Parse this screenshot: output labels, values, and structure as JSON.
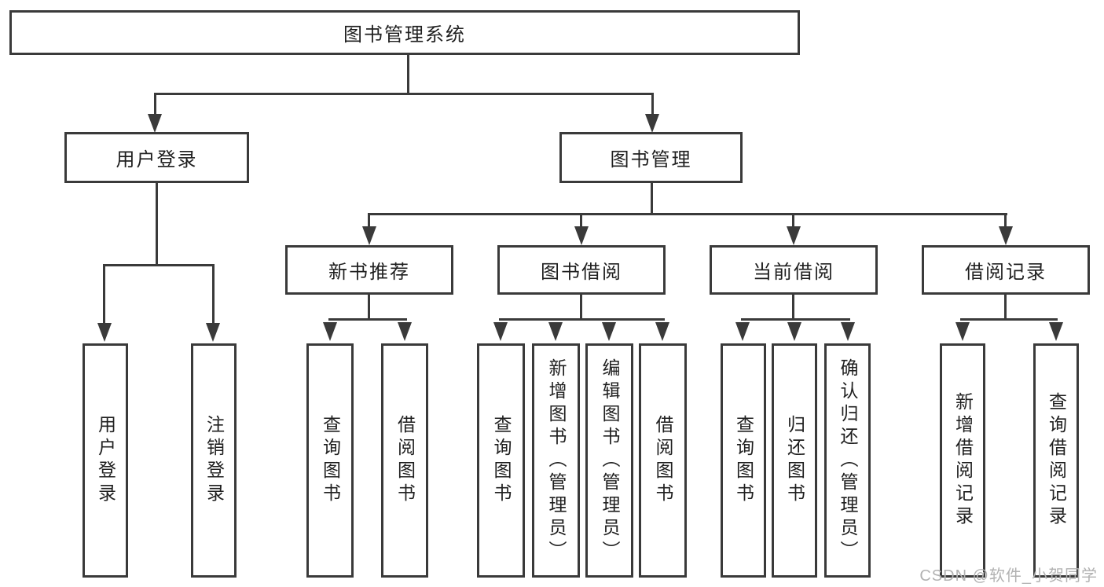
{
  "diagram_title": "图书管理系统",
  "nodes": {
    "root": "图书管理系统",
    "level2": [
      "用户登录",
      "图书管理"
    ],
    "level3": [
      "新书推荐",
      "图书借阅",
      "当前借阅",
      "借阅记录"
    ]
  },
  "leaves": {
    "login": [
      "用户登录",
      "注销登录"
    ],
    "recommend": [
      "查询图书",
      "借阅图书"
    ],
    "borrow": [
      "查询图书",
      "新增图书（管理员）",
      "编辑图书（管理员）",
      "借阅图书"
    ],
    "current": [
      "查询图书",
      "归还图书",
      "确认归还（管理员）"
    ],
    "records": [
      "新增借阅记录",
      "查询借阅记录"
    ]
  },
  "watermark": "CSDN @软件_小贺同学",
  "colors": {
    "line": "#3a3a3a",
    "text": "#1f1f1f",
    "watermark": "#b2b2b2",
    "background": "#ffffff"
  }
}
